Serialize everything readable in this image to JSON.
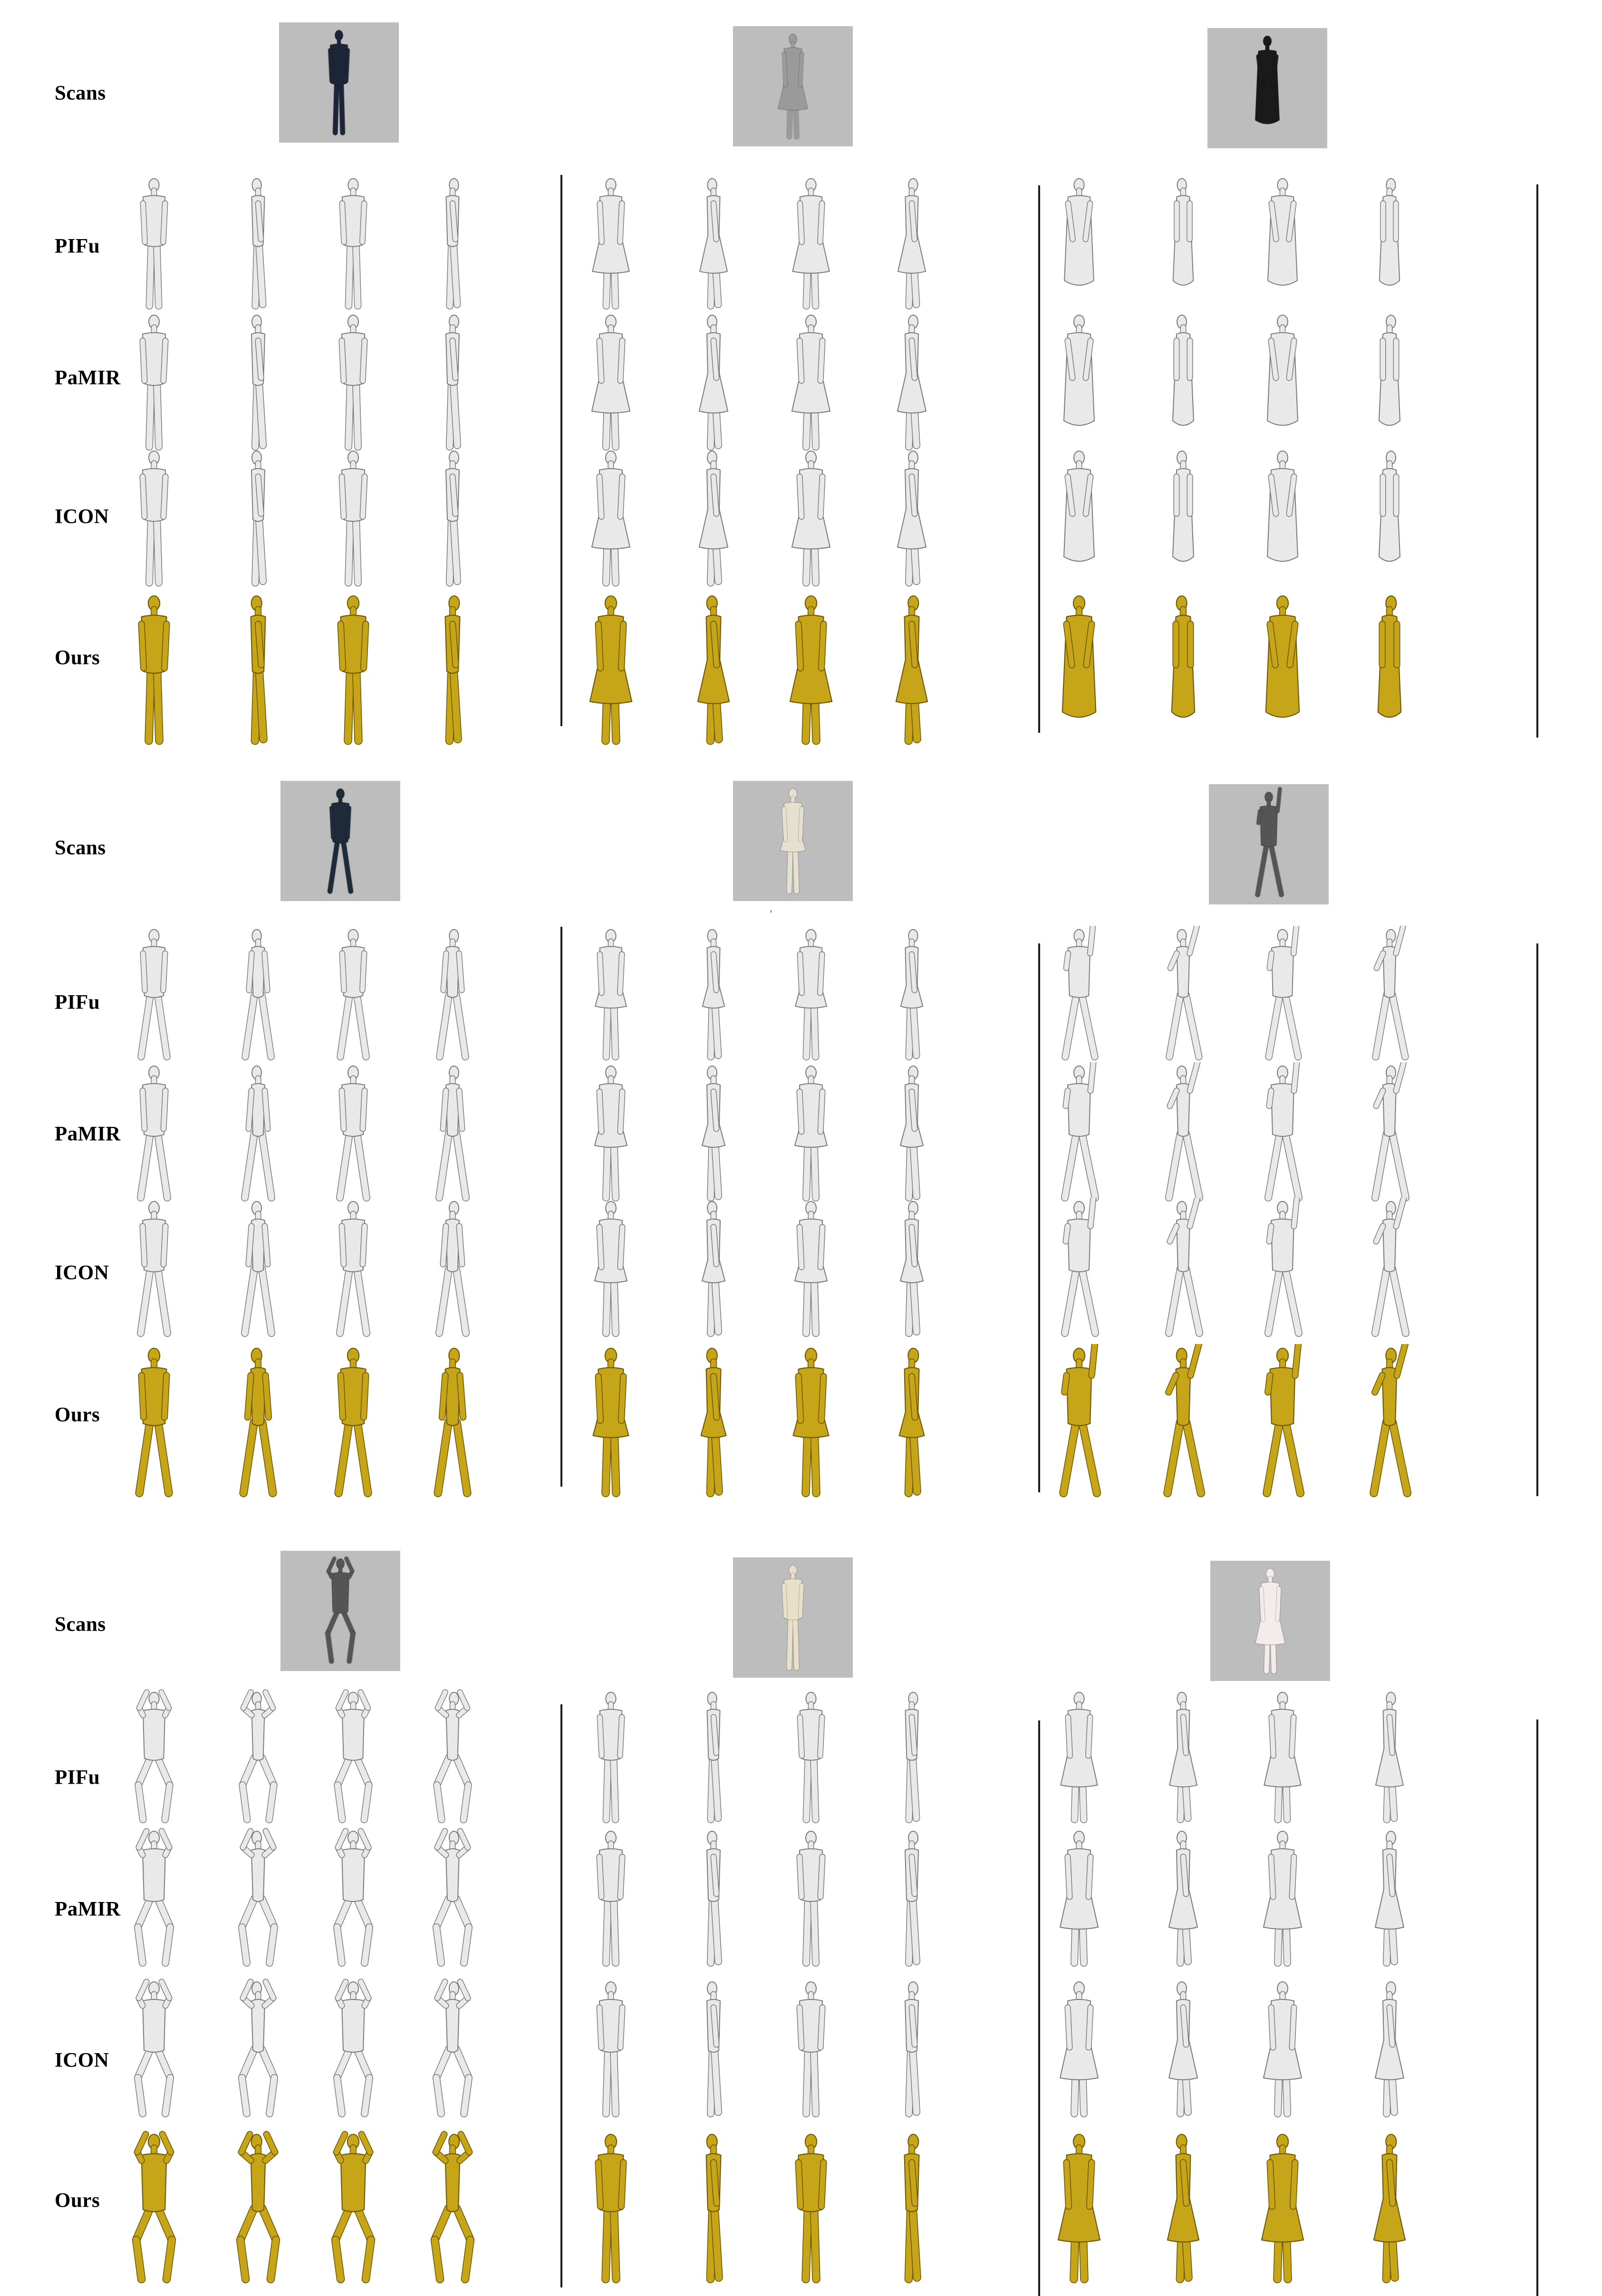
{
  "row_labels": {
    "scans": "Scans",
    "pifu": "PIFu",
    "pamir": "PaMIR",
    "icon": "ICON",
    "ours": "Ours"
  },
  "methods": [
    "PIFu",
    "PaMIR",
    "ICON",
    "Ours"
  ],
  "views_per_subject": [
    "front",
    "left-side",
    "back",
    "right-side"
  ],
  "colors": {
    "scan_background": "#bdbdbd",
    "baseline_mesh": "#e9e9e9",
    "baseline_outline": "#7a7a7a",
    "ours_mesh": "#c7a519",
    "ours_outline": "#6e5a08",
    "separator": "#1a1a1a"
  },
  "subjects": [
    {
      "id": "S1",
      "pose": "stand",
      "attire": "suit"
    },
    {
      "id": "S2",
      "pose": "stand",
      "attire": "dress"
    },
    {
      "id": "S3",
      "pose": "halfbody",
      "attire": "dress"
    },
    {
      "id": "S4",
      "pose": "wide",
      "attire": "sweater"
    },
    {
      "id": "S5",
      "pose": "stand",
      "attire": "skirt"
    },
    {
      "id": "S6",
      "pose": "armup",
      "attire": "casual"
    },
    {
      "id": "S7",
      "pose": "squat",
      "attire": "casual"
    },
    {
      "id": "S8",
      "pose": "stand",
      "attire": "pants"
    },
    {
      "id": "S9",
      "pose": "stand",
      "attire": "dress"
    }
  ],
  "stray_mark": "'"
}
